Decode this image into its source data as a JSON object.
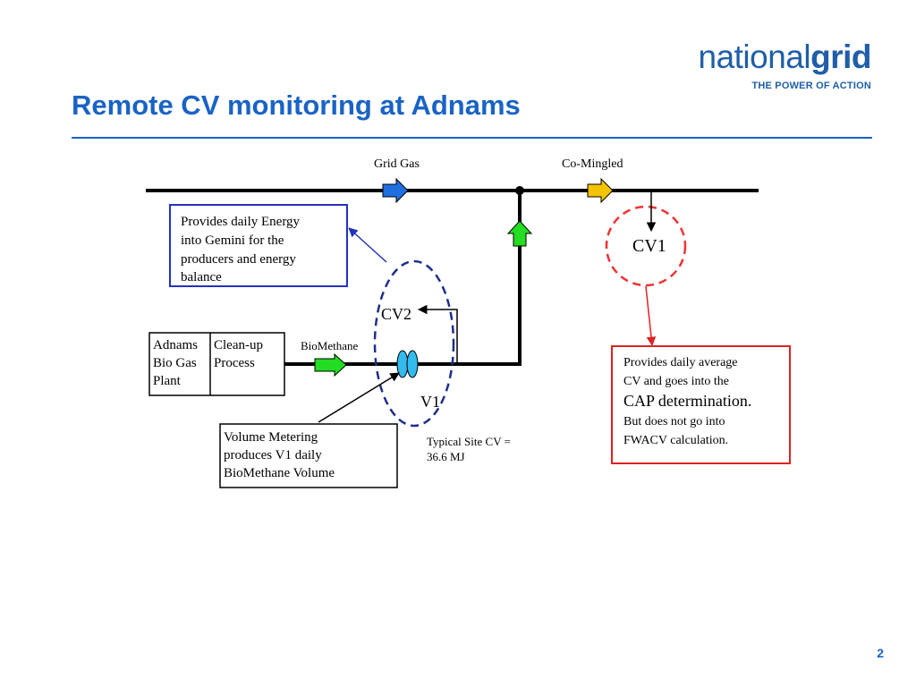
{
  "slide": {
    "title": "Remote CV monitoring at Adnams",
    "page_number": "2"
  },
  "logo": {
    "word_light": "national",
    "word_bold": "grid",
    "tagline": "THE POWER OF ACTION"
  },
  "diagram": {
    "labels": {
      "grid_gas": "Grid Gas",
      "co_mingled": "Co-Mingled",
      "biomethane": "BioMethane",
      "cv1": "CV1",
      "cv2": "CV2",
      "v1": "V1"
    },
    "energy_box": [
      "Provides daily Energy",
      "into Gemini for the",
      "producers and energy",
      "balance"
    ],
    "plant_box": {
      "left": [
        "Adnams",
        "Bio Gas",
        "Plant"
      ],
      "right": [
        "Clean-up",
        "Process"
      ]
    },
    "volume_box": [
      "Volume Metering",
      "produces V1 daily",
      "BioMethane Volume"
    ],
    "site_cv": [
      "Typical Site CV =",
      "36.6 MJ"
    ],
    "cap_box": {
      "line1": "Provides daily average",
      "line2": "CV and goes into the",
      "line3": "CAP determination.",
      "line4": "But does not go into",
      "line5": "FWACV calculation."
    },
    "colors": {
      "grid_gas_arrow": "#1f6fe0",
      "co_mingled_arrow": "#f5c400",
      "biomethane_arrow": "#22dd22",
      "injection_arrow": "#22dd22",
      "meter": "#33bbee",
      "cv1_circle": "#ee3333",
      "cv2_ellipse": "#1f2f8a",
      "energy_box_border": "#2233bb",
      "cap_box_border": "#dd2222"
    }
  }
}
